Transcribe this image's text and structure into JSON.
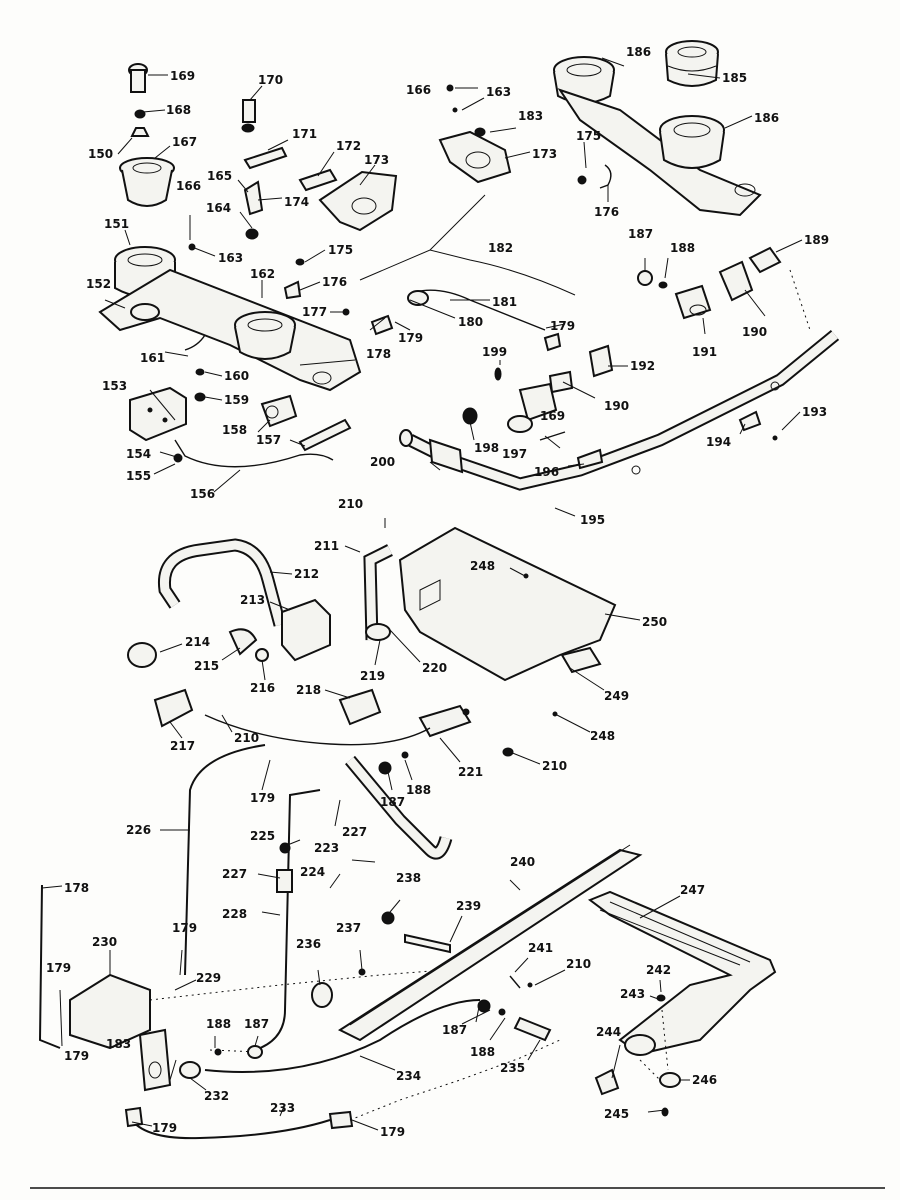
{
  "diagram": {
    "callouts": {
      "c150": "150",
      "c151": "151",
      "c152": "152",
      "c153": "153",
      "c154": "154",
      "c155": "155",
      "c156": "156",
      "c157": "157",
      "c158": "158",
      "c159": "159",
      "c160": "160",
      "c161": "161",
      "c162": "162",
      "c163a": "163",
      "c163b": "163",
      "c164": "164",
      "c165": "165",
      "c166a": "166",
      "c166b": "166",
      "c167": "167",
      "c168": "168",
      "c169a": "169",
      "c169b": "169",
      "c170": "170",
      "c171": "171",
      "c172": "172",
      "c173a": "173",
      "c173b": "173",
      "c174": "174",
      "c175a": "175",
      "c175b": "175",
      "c176a": "176",
      "c176b": "176",
      "c177": "177",
      "c178a": "178",
      "c178b": "178",
      "c179a": "179",
      "c179b": "179",
      "c179c": "179",
      "c179d": "179",
      "c179e": "179",
      "c179f": "179",
      "c179g": "179",
      "c179h": "179",
      "c180": "180",
      "c181": "181",
      "c182": "182",
      "c183a": "183",
      "c183b": "183",
      "c185": "185",
      "c186a": "186",
      "c186b": "186",
      "c187a": "187",
      "c187b": "187",
      "c187c": "187",
      "c187d": "187",
      "c188a": "188",
      "c188b": "188",
      "c188c": "188",
      "c188d": "188",
      "c189": "189",
      "c190a": "190",
      "c190b": "190",
      "c191": "191",
      "c192": "192",
      "c193": "193",
      "c194": "194",
      "c195": "195",
      "c196": "196",
      "c197": "197",
      "c198": "198",
      "c199": "199",
      "c200": "200",
      "c210a": "210",
      "c210b": "210",
      "c210c": "210",
      "c210d": "210",
      "c211": "211",
      "c212": "212",
      "c213": "213",
      "c214": "214",
      "c215": "215",
      "c216": "216",
      "c217": "217",
      "c218": "218",
      "c219": "219",
      "c220": "220",
      "c221": "221",
      "c223": "223",
      "c224": "224",
      "c225": "225",
      "c226": "226",
      "c227a": "227",
      "c227b": "227",
      "c228": "228",
      "c229": "229",
      "c230": "230",
      "c232": "232",
      "c233": "233",
      "c234": "234",
      "c235": "235",
      "c236": "236",
      "c237": "237",
      "c238": "238",
      "c239": "239",
      "c240": "240",
      "c241": "241",
      "c242": "242",
      "c243": "243",
      "c244": "244",
      "c245": "245",
      "c246": "246",
      "c247": "247",
      "c248a": "248",
      "c248b": "248",
      "c249": "249",
      "c250": "250"
    }
  }
}
